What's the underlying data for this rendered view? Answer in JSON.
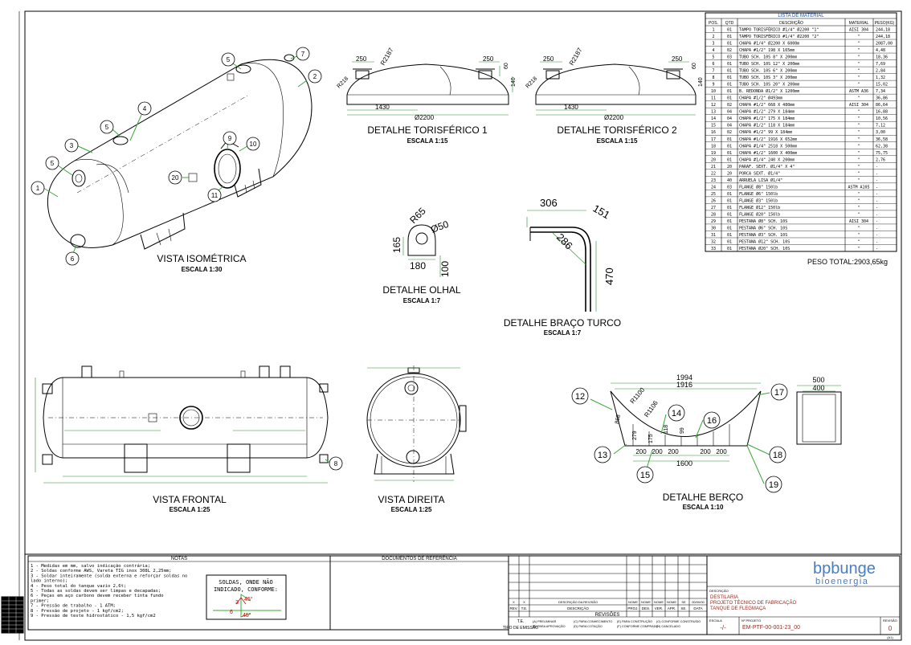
{
  "views": {
    "isometric": {
      "title": "VISTA ISOMÉTRICA",
      "scale": "ESCALA 1:30"
    },
    "torispherical1": {
      "title": "DETALHE TORISFÉRICO 1",
      "scale": "ESCALA 1:15",
      "dims": {
        "d1": "250",
        "d2": "R2187",
        "d3": "250",
        "d4": "60",
        "d5": "R218",
        "d6": "140",
        "d7": "1430",
        "d8": "Ø2200"
      }
    },
    "torispherical2": {
      "title": "DETALHE TORISFÉRICO 2",
      "scale": "ESCALA 1:15",
      "dims": {
        "d1": "250",
        "d2": "R2187",
        "d3": "250",
        "d4": "60",
        "d5": "R218",
        "d6": "140",
        "d7": "1430",
        "d8": "Ø2200"
      }
    },
    "eyelet": {
      "title": "DETALHE OLHAL",
      "scale": "ESCALA 1:7",
      "dims": {
        "r": "R65",
        "hole": "Ø50",
        "h": "165",
        "w": "180",
        "t": "100"
      }
    },
    "davit": {
      "title": "DETALHE BRAÇO TURCO",
      "scale": "ESCALA 1:7",
      "dims": {
        "a": "306",
        "b": "151",
        "c": "286",
        "d": "470"
      }
    },
    "front": {
      "title": "VISTA FRONTAL",
      "scale": "ESCALA 1:25"
    },
    "right": {
      "title": "VISTA DIREITA",
      "scale": "ESCALA 1:25"
    },
    "cradle": {
      "title": "DETALHE BERÇO",
      "scale": "ESCALA 1:10",
      "dims": {
        "w1": "1994",
        "w2": "1916",
        "w3": "1600",
        "s1": "200",
        "s2": "200",
        "s3": "200",
        "s4": "200",
        "s5": "200",
        "r1": "R1100",
        "r2": "R1106",
        "h1": "868",
        "h2": "279",
        "h3": "175",
        "h4": "118",
        "h5": "99",
        "p1": "500",
        "p2": "400"
      }
    }
  },
  "balloons": {
    "iso": [
      "1",
      "2",
      "3",
      "4",
      "5",
      "5",
      "5",
      "6",
      "7",
      "9",
      "10",
      "11",
      "20"
    ],
    "cradle": [
      "12",
      "13",
      "14",
      "15",
      "16",
      "17",
      "18",
      "19"
    ],
    "front": "8"
  },
  "materials": {
    "title": "LISTA DE MATERIAL",
    "headers": [
      "POS.",
      "QTD",
      "DESCRIÇÃO",
      "MATERIAL",
      "PESO(KG)"
    ],
    "rows": [
      [
        "1",
        "01",
        "TAMPO TORISFÉRICO #1/4\" Ø2200 \"1\"",
        "AISI 304",
        "244,18"
      ],
      [
        "2",
        "01",
        "TAMPO TORISFÉRICO #1/4\" Ø2200 \"2\"",
        "\"",
        "244,18"
      ],
      [
        "3",
        "01",
        "CHAPA #1/4\" Ø2200 X 6000m",
        "\"",
        "2087,00"
      ],
      [
        "4",
        "02",
        "CHAPA #1/2\" 198 X 165mm",
        "\"",
        "4,48"
      ],
      [
        "5",
        "03",
        "TUBO SCH. 10S 8\" X 200mm",
        "\"",
        "18,36"
      ],
      [
        "6",
        "01",
        "TUBO SCH. 10S 12\" X 200mm",
        "\"",
        "7,69"
      ],
      [
        "7",
        "01",
        "TUBO SCH. 10S 6\" X 200mm",
        "\"",
        "2,84"
      ],
      [
        "8",
        "01",
        "TUBO SCH. 10S 3\" X 200mm",
        "\"",
        "1,32"
      ],
      [
        "9",
        "01",
        "TUBO SCH. 10S 20\" X 200mm",
        "\"",
        "15,02"
      ],
      [
        "10",
        "01",
        "B. REDONDA Ø1/2\" X 1200mm",
        "ASTM A36",
        "7,34"
      ],
      [
        "11",
        "01",
        "CHAPA #1/2\" Ø493mm",
        "\"",
        "36,86"
      ],
      [
        "12",
        "02",
        "CHAPA #1/2\" 668 X 480mm",
        "AISI 304",
        "86,64"
      ],
      [
        "13",
        "04",
        "CHAPA #1/2\" 279 X 184mm",
        "\"",
        "16,88"
      ],
      [
        "14",
        "04",
        "CHAPA #1/2\" 175 X 184mm",
        "\"",
        "10,56"
      ],
      [
        "15",
        "04",
        "CHAPA #1/2\" 118 X 184mm",
        "\"",
        "7,12"
      ],
      [
        "16",
        "02",
        "CHAPA #1/2\" 99 X 184mm",
        "\"",
        "3,00"
      ],
      [
        "17",
        "01",
        "CHAPA #1/2\" 1916 X 652mm",
        "\"",
        "36,58"
      ],
      [
        "18",
        "01",
        "CHAPA #1/4\" 2518 X 500mm",
        "\"",
        "62,38"
      ],
      [
        "19",
        "01",
        "CHAPA #1/2\" 1600 X 400mm",
        "\"",
        "75,75"
      ],
      [
        "20",
        "01",
        "CHAPA #1/4\" 240 X 200mm",
        "\"",
        "2,76"
      ],
      [
        "21",
        "20",
        "PARAF. SEXT. Ø1/4\" X 4\"",
        "\"",
        "-"
      ],
      [
        "22",
        "20",
        "PORCA SEXT. Ø1/4\"",
        "\"",
        "-"
      ],
      [
        "23",
        "40",
        "ARRUELA LISA Ø1/4\"",
        "\"",
        "-"
      ],
      [
        "24",
        "03",
        "FLANGE Ø8\" 150lb",
        "ASTM A105",
        "-"
      ],
      [
        "25",
        "01",
        "FLANGE Ø6\" 150lb",
        "\"",
        "-"
      ],
      [
        "26",
        "01",
        "FLANGE Ø3\" 150lb",
        "\"",
        "-"
      ],
      [
        "27",
        "01",
        "FLANGE Ø12\" 150lb",
        "\"",
        "-"
      ],
      [
        "28",
        "01",
        "FLANGE Ø20\" 150lb",
        "\"",
        "-"
      ],
      [
        "29",
        "01",
        "PESTANA Ø8\" SCH. 10S",
        "AISI 304",
        "-"
      ],
      [
        "30",
        "01",
        "PESTANA Ø6\" SCH. 10S",
        "\"",
        "-"
      ],
      [
        "31",
        "01",
        "PESTANA Ø3\" SCH. 10S",
        "\"",
        "-"
      ],
      [
        "32",
        "01",
        "PESTANA Ø12\" SCH. 10S",
        "\"",
        "-"
      ],
      [
        "33",
        "01",
        "PESTANA Ø20\" SCH. 10S",
        "\"",
        "-"
      ]
    ],
    "total_label": "PESO TOTAL:",
    "total_value": "2903,65kg"
  },
  "notes": {
    "title": "NOTAS",
    "lines": [
      "1 - Medidas em mm, salvo indicação contrária;",
      "2 - Soldas conforme AWS, Vareta TIG inox 308L 2,25mm;",
      "3 - Soldar inteiramente (solda externa e reforçar soldas no",
      "lado interno);",
      "4 - Peso total do tanque vazio 2,6t;",
      "5 - Todas as soldas devem ser limpas e decapadas;",
      "6 - Peças em aço carbono devem receber tinta fundo",
      "primer;",
      "7 - Pressão de trabalho - 1 ATM;",
      "8 - Pressão de projeto - 1 kgf/cm2;",
      "9 - Pressão de teste hidrostático - 1,5 kgf/cm2"
    ],
    "weld_box_line1": "SOLDAS, ONDE NÃO",
    "weld_box_line2": "INDICADO, CONFORME:",
    "weld_a": "3",
    "weld_b": "45°",
    "weld_c": "6",
    "weld_d": "45°"
  },
  "references": {
    "title": "DOCUMENTOS DE REFERÊNCIA"
  },
  "revisions": {
    "title": "REVISÕES",
    "row_x": [
      "X",
      "X",
      "DESCRIÇÃO DA REVISÃO",
      "NOME",
      "NOME",
      "NOME",
      "NOME",
      "SE",
      "00/00/00"
    ],
    "headers": [
      "REV.",
      "T.E.",
      "DESCRIÇÃO",
      "PROJ.",
      "DES.",
      "VER.",
      "APR.",
      "SE.",
      "DATA"
    ],
    "te_label": "T.E.",
    "emission_label": "TIPO DE EMISSÃO",
    "types": [
      "(A) PRELIMINAR",
      "(B) PARA APROVAÇÃO",
      "(C) PARA CONHECIMENTO",
      "(D) PARA COTAÇÃO",
      "(E) PARA CONSTRUÇÃO",
      "(F) CONFORME COMPRADO",
      "(G) CONFORME CONSTRUÍDO",
      "(H) CANCELADO"
    ]
  },
  "title_block": {
    "logo_main": "bpbunge",
    "logo_sub": "bioenergia",
    "desc_label": "DESCRIÇÃO",
    "line1": "DESTILARIA",
    "line2": "PROJETO TÉCNICO DE FABRICAÇÃO",
    "line3": "TANQUE DE FLEGMAÇA",
    "scale_label": "ESCALA",
    "scale_value": "-/-",
    "project_label": "Nº PROJETO",
    "project_value": "EM-PTF-00-001-23_00",
    "revision_label": "REVISÃO",
    "revision_value": "0",
    "sheet_size": "(A1)"
  },
  "colors": {
    "line": "#000000",
    "leader": "#3aa83a",
    "dim": "#2a8a2a"
  }
}
